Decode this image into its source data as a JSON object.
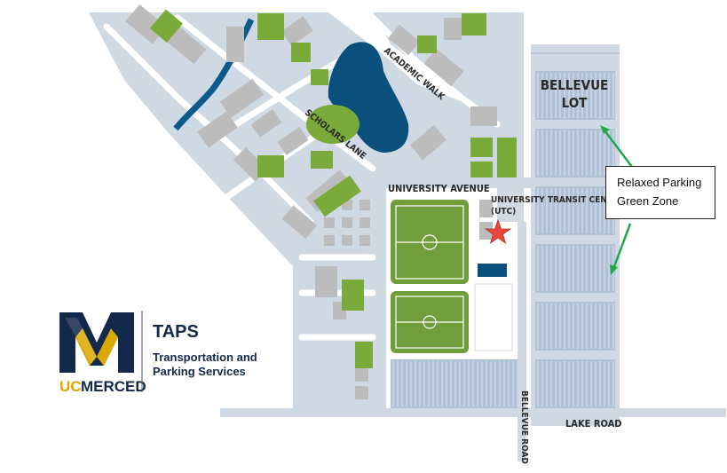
{
  "colors": {
    "path": "#c8d3df",
    "building": "#bdbdbd",
    "field": "#6f9e3a",
    "green_block": "#7aab3a",
    "water": "#0b4f7c",
    "parking": "#b7c6d8",
    "star": "#e8463a",
    "arrow": "#1fa84a",
    "uc_navy": "#13294b",
    "uc_gold": "#daa900"
  },
  "labels": {
    "bellevue_lot_line1": "BELLEVUE",
    "bellevue_lot_line2": "LOT",
    "academic_walk": "ACADEMIC WALK",
    "scholars_lane": "SCHOLARS LANE",
    "university_avenue": "UNIVERSITY AVENUE",
    "utc_line1": "UNIVERSITY TRANSIT CENTER",
    "utc_line2": "(UTC)",
    "bellevue_road": "BELLEVUE ROAD",
    "lake_road": "LAKE ROAD"
  },
  "callout": {
    "line1": "Relaxed Parking",
    "line2": "Green Zone"
  },
  "logo": {
    "monogram": "M",
    "uc": "UC",
    "merced": "MERCED",
    "taps": "TAPS",
    "tagline1": "Transportation and",
    "tagline2": "Parking Services"
  },
  "icons": {
    "utc_marker": "star-icon"
  }
}
